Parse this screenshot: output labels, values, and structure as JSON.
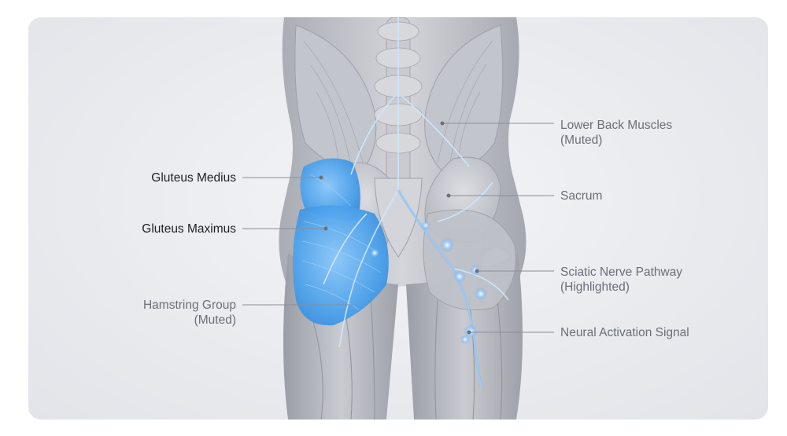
{
  "labels": {
    "gluteus_medius": "Gluteus Medius",
    "gluteus_maximus": "Gluteus Maximus",
    "hamstring_line1": "Hamstring Group",
    "hamstring_line2": "(Muted)",
    "lower_back_line1": "Lower Back Muscles",
    "lower_back_line2": "(Muted)",
    "sacrum": "Sacrum",
    "sciatic_line1": "Sciatic Nerve Pathway",
    "sciatic_line2": "(Highlighted)",
    "neural_signal": "Neural Activation Signal"
  },
  "colors": {
    "highlight_muscle": "#4fa3ec",
    "muted_muscle": "#b9bcc3",
    "nerve_glow": "#8fc6ff",
    "leader_line": "#8a8e96"
  }
}
